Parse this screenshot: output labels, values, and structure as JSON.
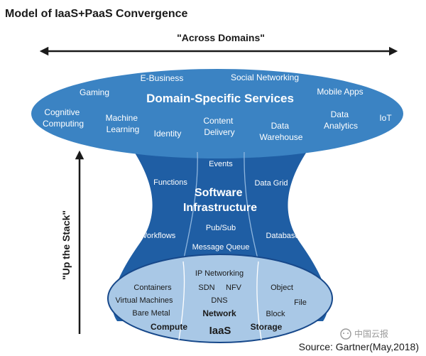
{
  "title": "Model of IaaS+PaaS Convergence",
  "across_label": "\"Across Domains\"",
  "up_label": "\"Up the Stack\"",
  "source": "Source: Gartner(May,2018)",
  "watermark": "中国云报",
  "colors": {
    "top": "#3b83c3",
    "middle": "#1f5ea4",
    "bottom": "#a9c8e6",
    "dark": "#17488a",
    "white": "#ffffff",
    "text_dark": "#1a1a1a"
  },
  "domain_services": {
    "title": "Domain-Specific Services",
    "items": [
      "Cognitive Computing",
      "Gaming",
      "Machine Learning",
      "E-Business",
      "Identity",
      "Content Delivery",
      "Social Networking",
      "Data Warehouse",
      "Mobile Apps",
      "Data Analytics",
      "IoT"
    ]
  },
  "software_infrastructure": {
    "title": "Software Infrastructure",
    "items": [
      "Events",
      "Functions",
      "Data Grid",
      "Workflows",
      "Pub/Sub",
      "Message Queue",
      "Database"
    ]
  },
  "iaas": {
    "title": "IaaS",
    "compute": {
      "label": "Compute",
      "items": [
        "Containers",
        "Virtual Machines",
        "Bare Metal"
      ]
    },
    "network": {
      "label": "Network",
      "items": [
        "IP Networking",
        "SDN",
        "NFV",
        "DNS"
      ]
    },
    "storage": {
      "label": "Storage",
      "items": [
        "Object",
        "File",
        "Block"
      ]
    }
  }
}
